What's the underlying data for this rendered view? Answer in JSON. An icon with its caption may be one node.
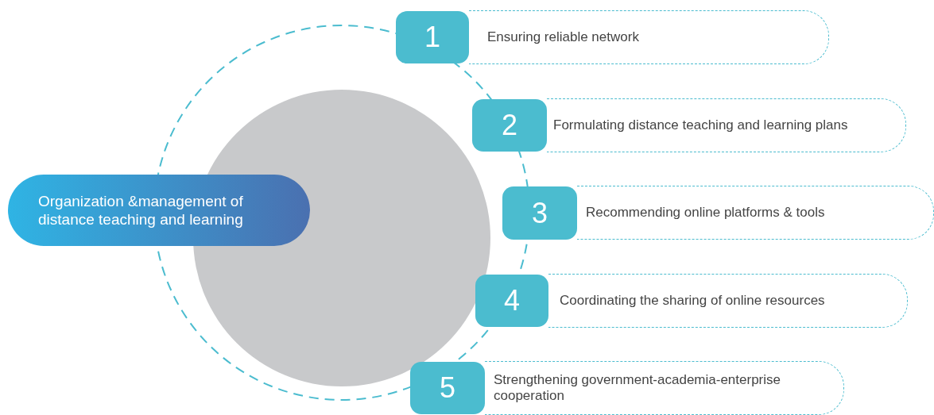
{
  "diagram": {
    "nodes": [
      {
        "text": [
          "Organization &management of distance teaching and learning"
        ]
      },
      {
        "text": [
          "1"
        ]
      },
      {
        "text": [
          "Ensuring reliable network"
        ]
      },
      {
        "text": [
          "2"
        ]
      },
      {
        "text": [
          "Formulating distance teaching and learning plans"
        ]
      },
      {
        "text": [
          "3"
        ]
      },
      {
        "text": [
          "Recommending online platforms & tools"
        ]
      },
      {
        "text": [
          "4"
        ]
      },
      {
        "text": [
          "Coordinating the sharing of online resources"
        ]
      },
      {
        "text": [
          "5"
        ]
      },
      {
        "text": [
          "Strengthening government-academia-enterprise cooperation"
        ]
      }
    ]
  }
}
